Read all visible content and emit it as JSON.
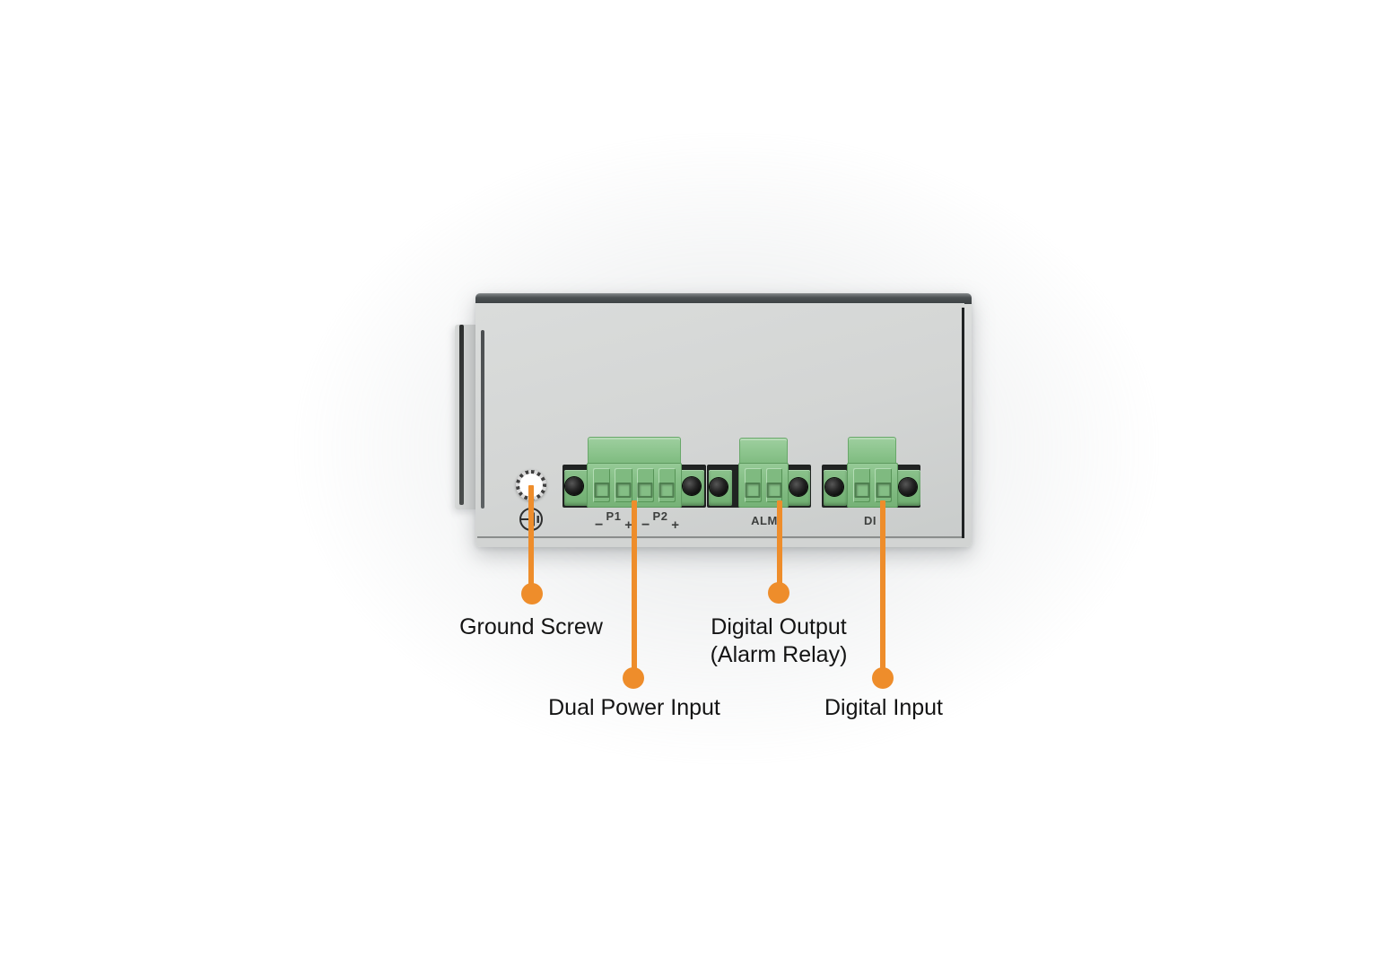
{
  "diagram": {
    "subject": "device-top-panel"
  },
  "colors": {
    "accent_orange": "#EE8D2B",
    "connector_green": "#85BF86",
    "connector_green_light": "#9ECF9F",
    "panel_gray": "#D5D7D6",
    "top_bar_dark": "#4C5153",
    "label_text": "#141414",
    "silkscreen_text": "#3D3F3E"
  },
  "icons": {
    "ground_symbol": "earth-ground-icon",
    "ground_screw": "serrated-screw-icon"
  },
  "silkscreen": {
    "power1": "P1",
    "power2": "P2",
    "minus": "−",
    "plus": "+",
    "alarm": "ALM",
    "digital_input": "DI"
  },
  "callouts": [
    {
      "id": "ground-screw",
      "label": "Ground Screw"
    },
    {
      "id": "dual-power-input",
      "label": "Dual Power Input"
    },
    {
      "id": "digital-output",
      "label": "Digital Output",
      "label2": "(Alarm Relay)"
    },
    {
      "id": "digital-input",
      "label": "Digital Input"
    }
  ]
}
